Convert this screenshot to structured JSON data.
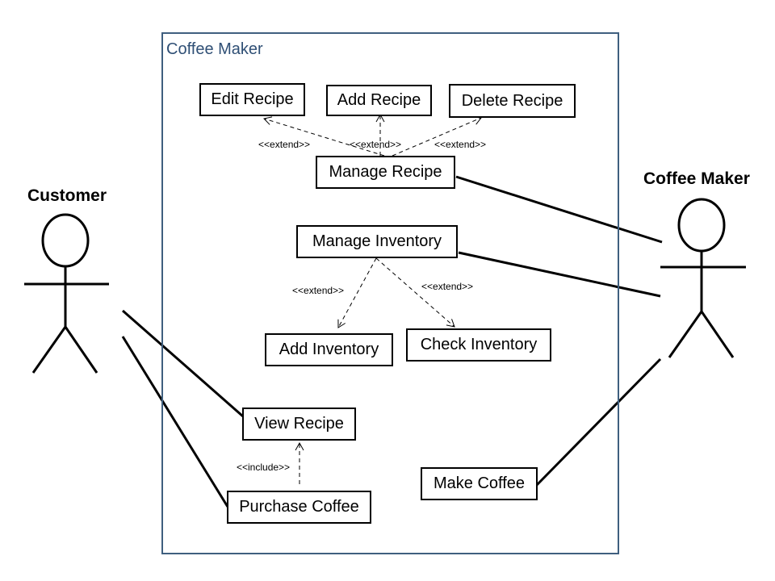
{
  "system": {
    "name": "Coffee Maker"
  },
  "actors": {
    "customer": "Customer",
    "coffee_maker": "Coffee Maker"
  },
  "use_cases": {
    "edit_recipe": "Edit Recipe",
    "add_recipe": "Add Recipe",
    "delete_recipe": "Delete Recipe",
    "manage_recipe": "Manage Recipe",
    "manage_inventory": "Manage Inventory",
    "add_inventory": "Add Inventory",
    "check_inventory": "Check Inventory",
    "view_recipe": "View Recipe",
    "purchase_coffee": "Purchase Coffee",
    "make_coffee": "Make Coffee"
  },
  "relations": {
    "extend": "<<extend>>",
    "include": "<<include>>"
  },
  "colors": {
    "boundary": "#3f5f7f",
    "system_title": "#2f4f75"
  }
}
